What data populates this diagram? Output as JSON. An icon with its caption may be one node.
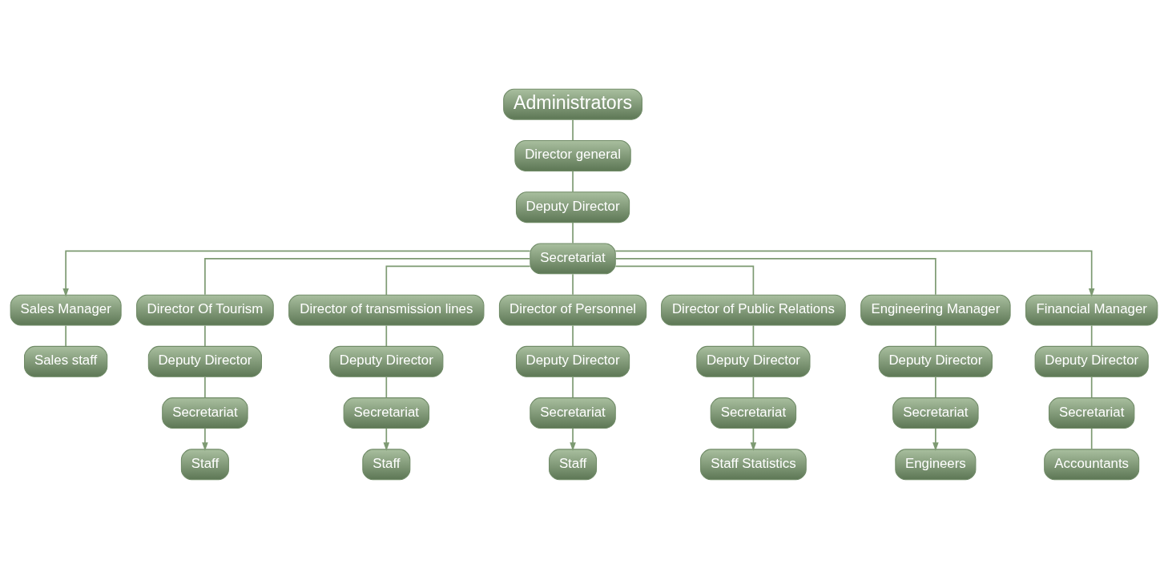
{
  "diagram": {
    "nodes": [
      {
        "text": [
          "Administrators"
        ]
      },
      {
        "text": [
          "Director general"
        ]
      },
      {
        "text": [
          "Deputy Director"
        ]
      },
      {
        "text": [
          "Secretariat"
        ]
      },
      {
        "text": [
          "Sales Manager"
        ]
      },
      {
        "text": [
          "Sales staff"
        ]
      },
      {
        "text": [
          "Director Of Tourism"
        ]
      },
      {
        "text": [
          "Deputy Director"
        ]
      },
      {
        "text": [
          "Secretariat"
        ]
      },
      {
        "text": [
          "Staff"
        ]
      },
      {
        "text": [
          "Director of transmission lines"
        ]
      },
      {
        "text": [
          "Deputy Director"
        ]
      },
      {
        "text": [
          "Secretariat"
        ]
      },
      {
        "text": [
          "Staff"
        ]
      },
      {
        "text": [
          "Director of Personnel"
        ]
      },
      {
        "text": [
          "Deputy Director"
        ]
      },
      {
        "text": [
          "Secretariat"
        ]
      },
      {
        "text": [
          "Staff"
        ]
      },
      {
        "text": [
          "Director of Public Relations"
        ]
      },
      {
        "text": [
          "Deputy Director"
        ]
      },
      {
        "text": [
          "Secretariat"
        ]
      },
      {
        "text": [
          "Staff Statistics"
        ]
      },
      {
        "text": [
          "Engineering Manager"
        ]
      },
      {
        "text": [
          "Deputy Director"
        ]
      },
      {
        "text": [
          "Secretariat"
        ]
      },
      {
        "text": [
          "Engineers"
        ]
      },
      {
        "text": [
          "Financial Manager"
        ]
      },
      {
        "text": [
          "Deputy Director"
        ]
      },
      {
        "text": [
          "Secretariat"
        ]
      },
      {
        "text": [
          "Accountants"
        ]
      }
    ],
    "edges": [
      {
        "from": 0,
        "to": 1,
        "arrow": "none"
      },
      {
        "from": 1,
        "to": 2,
        "arrow": "none"
      },
      {
        "from": 2,
        "to": 3,
        "arrow": "none"
      },
      {
        "from": 3,
        "to": 4,
        "arrow": "to"
      },
      {
        "from": 3,
        "to": 6,
        "arrow": "none"
      },
      {
        "from": 3,
        "to": 10,
        "arrow": "none"
      },
      {
        "from": 3,
        "to": 14,
        "arrow": "none"
      },
      {
        "from": 3,
        "to": 18,
        "arrow": "none"
      },
      {
        "from": 3,
        "to": 22,
        "arrow": "none"
      },
      {
        "from": 3,
        "to": 26,
        "arrow": "to"
      },
      {
        "from": 4,
        "to": 5,
        "arrow": "none"
      },
      {
        "from": 6,
        "to": 7,
        "arrow": "none"
      },
      {
        "from": 7,
        "to": 8,
        "arrow": "none"
      },
      {
        "from": 8,
        "to": 9,
        "arrow": "to"
      },
      {
        "from": 10,
        "to": 11,
        "arrow": "none"
      },
      {
        "from": 11,
        "to": 12,
        "arrow": "none"
      },
      {
        "from": 12,
        "to": 13,
        "arrow": "to"
      },
      {
        "from": 14,
        "to": 15,
        "arrow": "none"
      },
      {
        "from": 15,
        "to": 16,
        "arrow": "none"
      },
      {
        "from": 16,
        "to": 17,
        "arrow": "to"
      },
      {
        "from": 18,
        "to": 19,
        "arrow": "none"
      },
      {
        "from": 19,
        "to": 20,
        "arrow": "none"
      },
      {
        "from": 20,
        "to": 21,
        "arrow": "to"
      },
      {
        "from": 22,
        "to": 23,
        "arrow": "none"
      },
      {
        "from": 23,
        "to": 24,
        "arrow": "none"
      },
      {
        "from": 24,
        "to": 25,
        "arrow": "to"
      },
      {
        "from": 26,
        "to": 27,
        "arrow": "none"
      },
      {
        "from": 27,
        "to": 28,
        "arrow": "none"
      },
      {
        "from": 28,
        "to": 29,
        "arrow": "none"
      }
    ]
  }
}
